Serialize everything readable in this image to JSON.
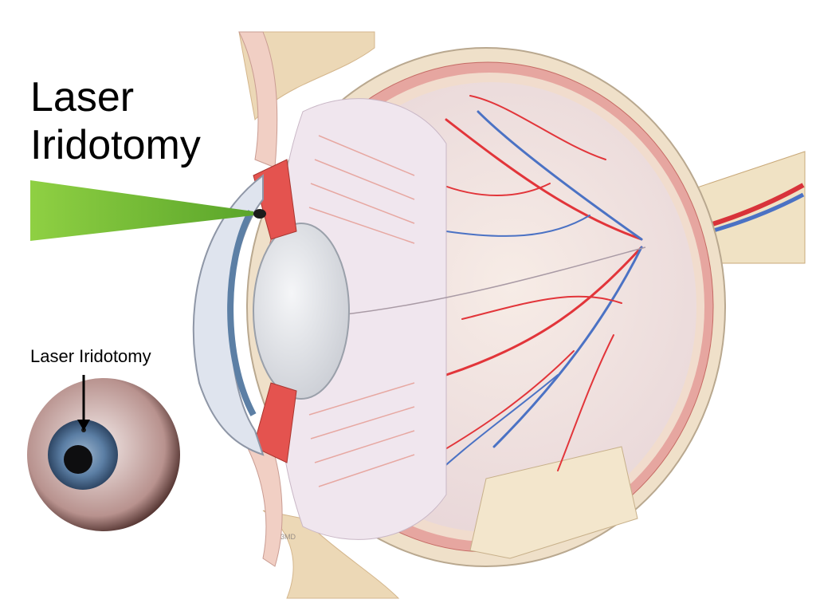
{
  "title": {
    "line1": "Laser",
    "line2": "Iridotomy"
  },
  "inset_label": "Laser Iridotomy",
  "credit": "3MD",
  "colors": {
    "laser_beam": "#7ec63c",
    "artery": "#e2353a",
    "vein": "#4b72c4",
    "sclera": "#efe0c9",
    "bone": "#e9d7b4",
    "iris": "#5c7fa5"
  },
  "icons": {
    "arrow": "down-arrow-icon"
  }
}
